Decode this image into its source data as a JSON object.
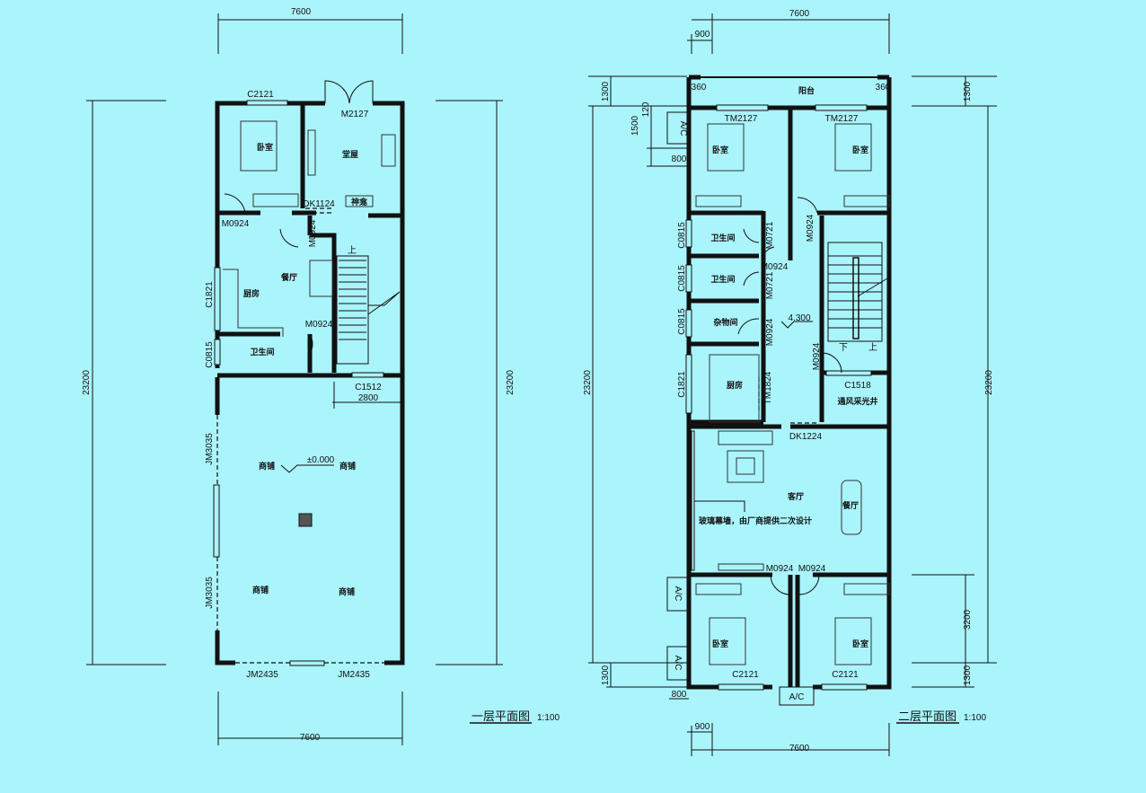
{
  "colors": {
    "background": "#aaf4fb",
    "lines": "#111111",
    "column": "#555555"
  },
  "plan1": {
    "title": "一层平面图",
    "scale": "1:100",
    "dims": {
      "top": "7600",
      "bottom": "7600",
      "left": "23200",
      "right": "23200",
      "inner": "2800"
    },
    "labels": {
      "c2121": "C2121",
      "m2127": "M2127",
      "bedroom": "卧室",
      "hall": "堂屋",
      "shrine": "神龛",
      "dk1124": "DK1124",
      "m0924_a": "M0924",
      "m0924_b": "M0924",
      "m0924_c": "M0924",
      "dining": "餐厅",
      "kitchen": "厨房",
      "c1821": "C1821",
      "c0815": "C0815",
      "bath": "卫生间",
      "up": "上",
      "c1512": "C1512",
      "jm3035_a": "JM3035",
      "jm3035_b": "JM3035",
      "elev": "±0.000",
      "shop1": "商铺",
      "shop2": "商铺",
      "shop3": "商铺",
      "shop4": "商铺",
      "jm2435_a": "JM2435",
      "jm2435_b": "JM2435"
    }
  },
  "plan2": {
    "title": "二层平面图",
    "scale": "1:100",
    "dims": {
      "top": "7600",
      "top_small": "900",
      "bottom": "7600",
      "bottom_small": "900",
      "bottom_800": "800",
      "left_1300": "1300",
      "left_1500": "1500",
      "left_120": "120",
      "left_800": "800",
      "left_23200": "23200",
      "left_1300b": "1300",
      "right_1300": "1300",
      "right_23200": "23200",
      "right_3200": "3200",
      "right_1300b": "1300",
      "b360a": "360",
      "b360b": "360"
    },
    "labels": {
      "balcony": "阳台",
      "tm2127_a": "TM2127",
      "tm2127_b": "TM2127",
      "bedroom1": "卧室",
      "bedroom2": "卧室",
      "ac1": "A/C",
      "ac2": "A/C",
      "ac3": "A/C",
      "ac4": "A/C",
      "c0815_a": "C0815",
      "c0815_b": "C0815",
      "c0815_c": "C0815",
      "c1821": "C1821",
      "bath1": "卫生间",
      "bath2": "卫生间",
      "m0721_a": "M0721",
      "m0721_b": "M0721",
      "m0924_a": "M0924",
      "m0924_b": "M0924",
      "m0924_c": "M0924",
      "m0924_d": "M0924",
      "m0924_e": "M0924",
      "m0924_f": "M0924",
      "storage": "杂物间",
      "elev": "4.300",
      "kitchen": "厨房",
      "tm1824": "TM1824",
      "down": "下",
      "up": "上",
      "c1518": "C1518",
      "shaft": "通风采光井",
      "dk1224": "DK1224",
      "living": "客厅",
      "dining": "餐厅",
      "curtain_note": "玻璃幕墙，由厂商提供二次设计",
      "bedroom3": "卧室",
      "bedroom4": "卧室",
      "c2121_a": "C2121",
      "c2121_b": "C2121"
    }
  }
}
